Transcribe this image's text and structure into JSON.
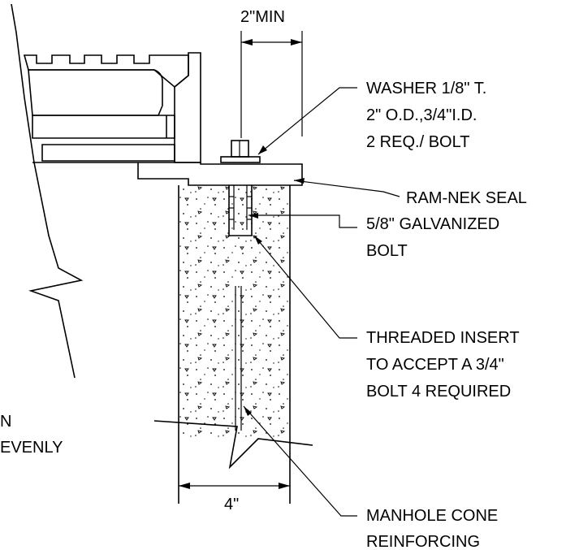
{
  "labels": {
    "min_dimension": "2\"MIN",
    "washer": [
      "WASHER 1/8\" T.",
      "2\" O.D.,3/4\"I.D.",
      "2 REQ./ BOLT"
    ],
    "seal": "RAM-NEK SEAL",
    "bolt": [
      "5/8\" GALVANIZED",
      "BOLT"
    ],
    "insert": [
      "THREADED INSERT",
      "TO ACCEPT A 3/4\"",
      "BOLT 4 REQUIRED"
    ],
    "left_cut_partial": [
      "N",
      "EVENLY"
    ],
    "width_dimension": "4\"",
    "cone": [
      "MANHOLE CONE",
      "REINFORCING"
    ]
  }
}
